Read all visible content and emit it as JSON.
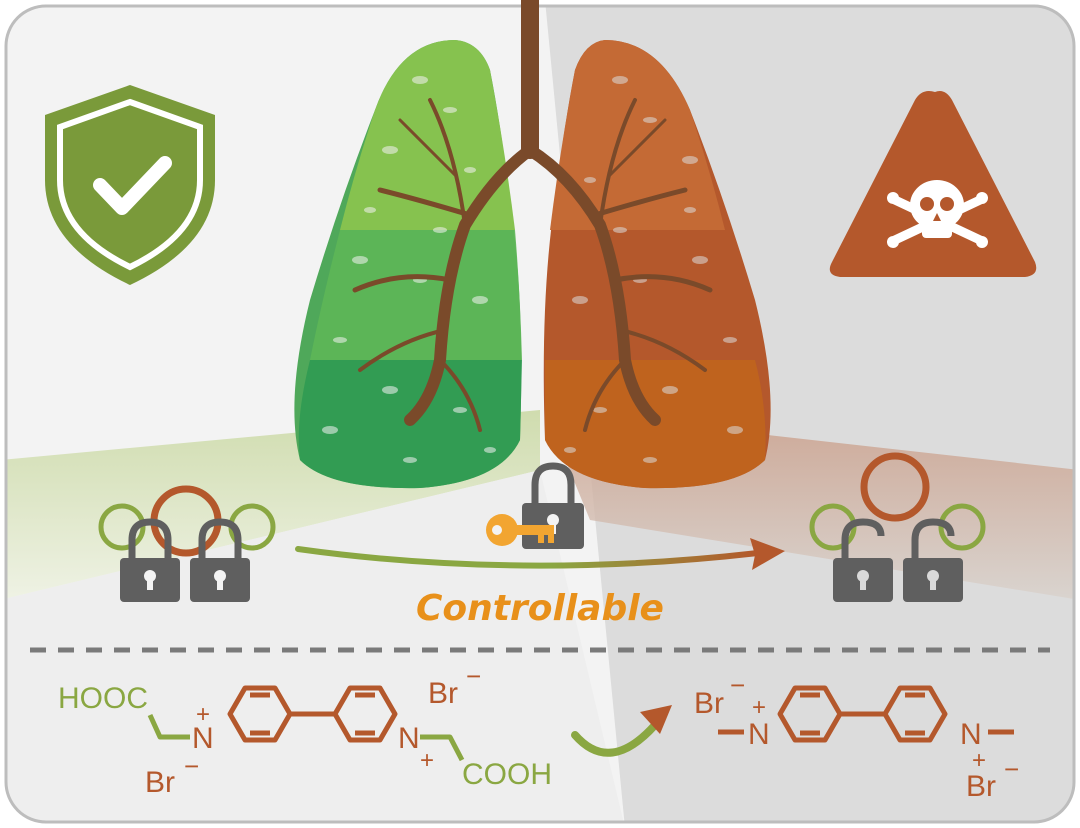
{
  "colors": {
    "green": "#7a9a3a",
    "green_light": "#9cc25a",
    "orange_brown": "#b4582c",
    "orange_text": "#e8901a",
    "gray_lock": "#5f5f5f",
    "key": "#f2a531",
    "bg_left": "#f1f1f1",
    "bg_right": "#d9d9d9"
  },
  "icons": {
    "safe": "shield-check-icon",
    "danger": "skull-warning-icon",
    "key": "key-icon",
    "lock": "padlock-icon"
  },
  "arrow_label": "Controllable",
  "molecule_left": {
    "hooc": "HOOC",
    "cooh": "COOH",
    "n_left": "N",
    "n_right": "N",
    "plus": "+",
    "br_top": "Br",
    "br_bottom": "Br",
    "minus": "−"
  },
  "molecule_right": {
    "n_left": "N",
    "n_right": "N",
    "plus": "+",
    "br_top": "Br",
    "br_bottom": "Br",
    "minus": "−"
  }
}
